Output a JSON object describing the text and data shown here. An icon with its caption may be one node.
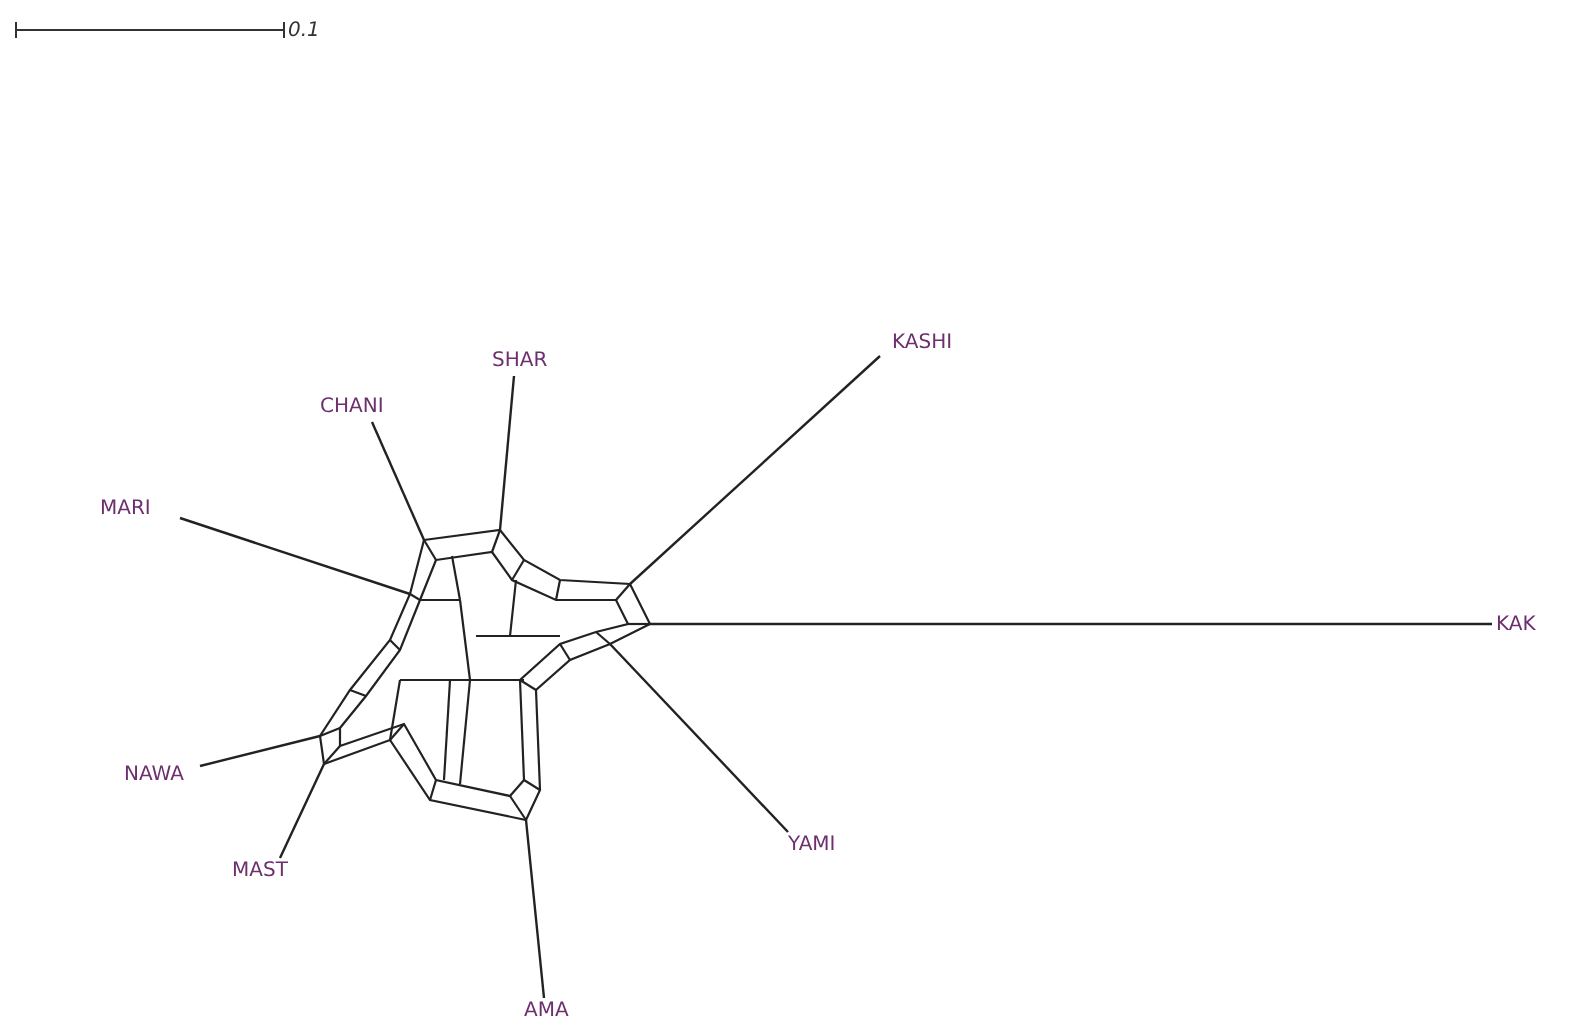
{
  "diagram": {
    "nodes": [
      {
        "text": [],
        "shape": "picture"
      },
      {
        "text": [
          "KASHI"
        ]
      },
      {
        "text": [
          "SHAR"
        ]
      },
      {
        "text": [
          "CHANI"
        ]
      },
      {
        "text": [
          "MARI"
        ]
      },
      {
        "text": [
          "NAWA"
        ]
      },
      {
        "text": [
          "MAST"
        ]
      },
      {
        "text": [
          "AMA"
        ]
      },
      {
        "text": [
          "YAMI"
        ]
      },
      {
        "text": [
          "KAK"
        ]
      }
    ],
    "edges": [
      {
        "from": 0,
        "to": 1,
        "arrow": "none"
      },
      {
        "from": 0,
        "to": 2,
        "arrow": "none"
      },
      {
        "from": 0,
        "to": 3,
        "arrow": "none"
      },
      {
        "from": 0,
        "to": 4,
        "arrow": "none"
      },
      {
        "from": 0,
        "to": 5,
        "arrow": "none"
      },
      {
        "from": 0,
        "to": 6,
        "arrow": "none"
      },
      {
        "from": 0,
        "to": 7,
        "arrow": "none"
      },
      {
        "from": 0,
        "to": 8,
        "arrow": "none"
      },
      {
        "from": 0,
        "to": 9,
        "arrow": "none"
      }
    ],
    "labels": [
      "0.1"
    ]
  }
}
